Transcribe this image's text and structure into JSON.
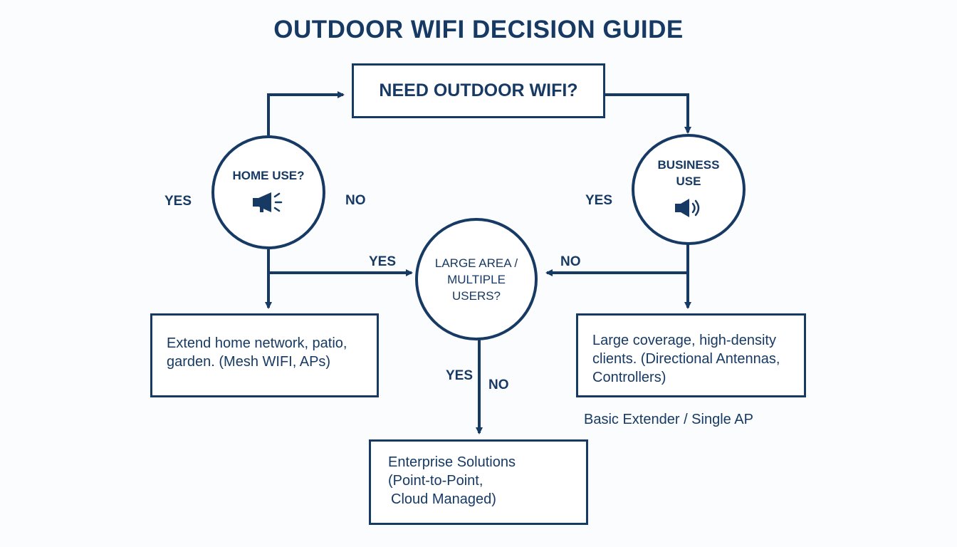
{
  "title": "OUTDOOR WIFI DECISION GUIDE",
  "nodes": {
    "root": "NEED OUTDOOR WIFI?",
    "home": "HOME USE?",
    "business_line1": "BUSINESS",
    "business_line2": "USE",
    "large_line1": "LARGE AREA /",
    "large_line2": "MULTIPLE",
    "large_line3": "USERS?",
    "home_result": "Extend home network, patio, garden. (Mesh WIFI, APs)",
    "business_result": "Large coverage, high-density clients. (Directional Antennas, Controllers)",
    "enterprise_line1": "Enterprise Solutions",
    "enterprise_line2": "(Point-to-Point,",
    "enterprise_line3": "Cloud Managed)",
    "basic": "Basic Extender / Single AP"
  },
  "labels": {
    "home_yes": "YES",
    "home_no": "NO",
    "business_yes": "YES",
    "arrow_yes": "YES",
    "arrow_no": "NO",
    "bottom_yes": "YES",
    "bottom_no": "NO"
  },
  "icons": {
    "home": "megaphone-icon",
    "business": "speaker-icon"
  },
  "colors": {
    "primary": "#173a64",
    "background": "#fbfcfd"
  }
}
